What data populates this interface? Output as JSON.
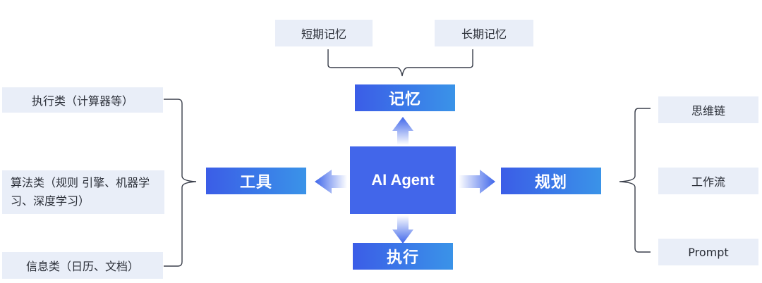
{
  "center": {
    "label": "AI Agent"
  },
  "memory": {
    "label": "记忆",
    "children": [
      "短期记忆",
      "长期记忆"
    ]
  },
  "tools": {
    "label": "工具",
    "children": [
      "执行类（计算器等）",
      "算法类（规则 引擎、机器学习、深度学习）",
      "信息类（日历、文档）"
    ],
    "algo_line1": "算法类（规则 引擎、机器学",
    "algo_line2": "习、深度学习）"
  },
  "planning": {
    "label": "规划",
    "children": [
      "思维链",
      "工作流",
      "Prompt"
    ]
  },
  "execution": {
    "label": "执行"
  },
  "colors": {
    "accent_start": "#3b5de7",
    "accent_end": "#3a93e8",
    "center": "#4266ea",
    "light_box": "#e9eef8",
    "bracket": "#3a3f4b"
  }
}
